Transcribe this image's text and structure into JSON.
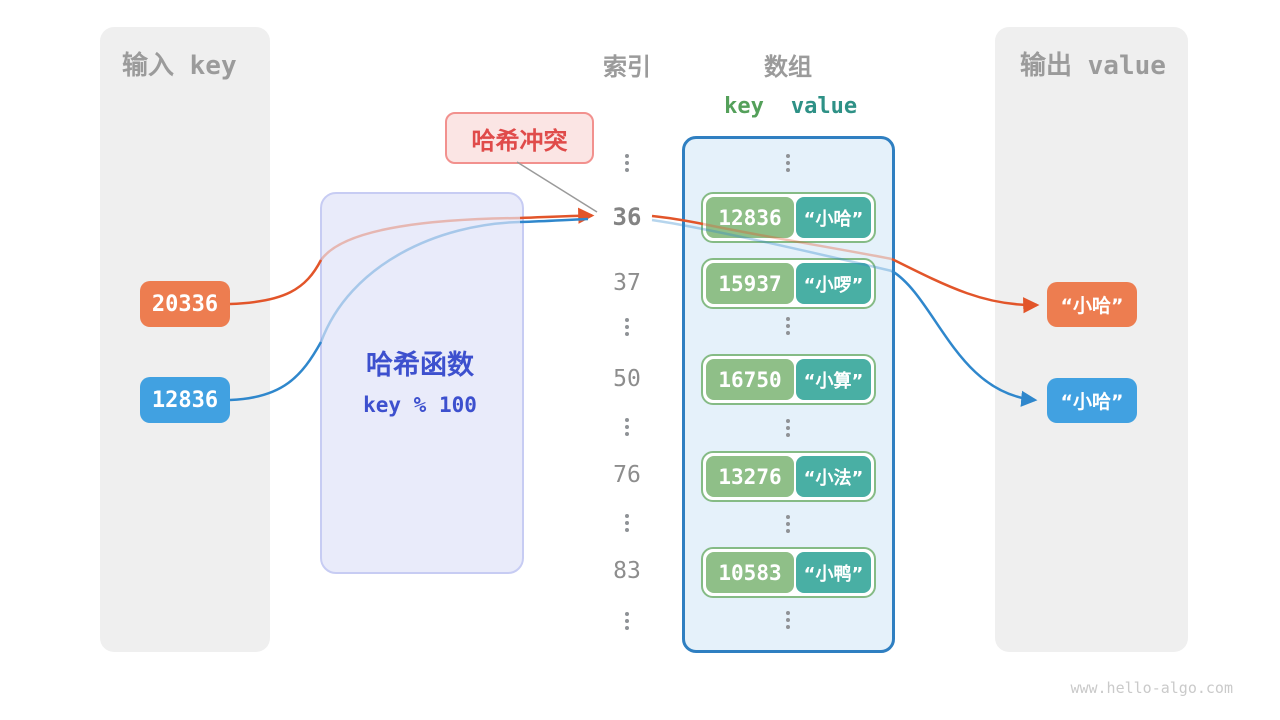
{
  "watermark": "www.hello-algo.com",
  "input_panel": {
    "title": "输入 key",
    "keys": [
      "20336",
      "12836"
    ]
  },
  "hash_function": {
    "name": "哈希函数",
    "formula": "key % 100"
  },
  "collision": {
    "label": "哈希冲突"
  },
  "index_column": {
    "title": "索引",
    "values": [
      "36",
      "37",
      "50",
      "76",
      "83"
    ]
  },
  "array_panel": {
    "title": "数组",
    "key_header": "key",
    "value_header": "value",
    "rows": [
      {
        "key": "12836",
        "value": "“小哈”"
      },
      {
        "key": "15937",
        "value": "“小啰”"
      },
      {
        "key": "16750",
        "value": "“小算”"
      },
      {
        "key": "13276",
        "value": "“小法”"
      },
      {
        "key": "10583",
        "value": "“小鸭”"
      }
    ]
  },
  "output_panel": {
    "title": "输出 value",
    "values": [
      "“小哈”",
      "“小哈”"
    ]
  },
  "colors": {
    "box_orange": "#ed7d50",
    "box_blue": "#41a1e1",
    "key_green": "#8fbf88",
    "value_teal": "#49afa4",
    "arrow_orange": "#e2552a",
    "arrow_blue": "#2f87cc",
    "panel_gray": "#efefef",
    "array_bg": "#e5f1fa",
    "array_border": "#2f7fc1",
    "hash_bg": "#e9ebfa",
    "hash_text": "#3d50ce",
    "collision_red": "#e04b4a"
  }
}
